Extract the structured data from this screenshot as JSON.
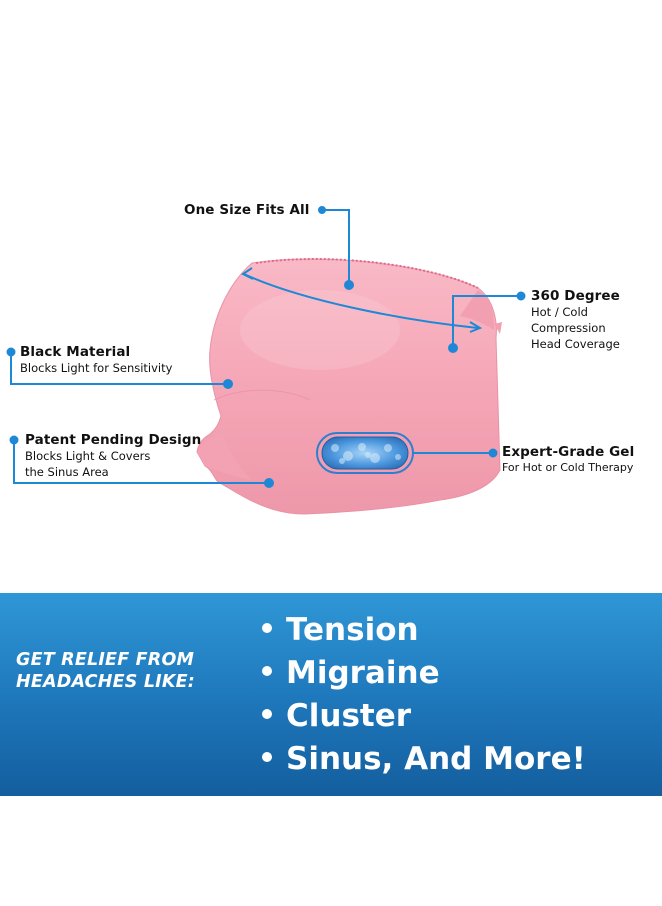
{
  "callouts": {
    "one_size": {
      "title": "One Size Fits All"
    },
    "degree": {
      "title": "360 Degree",
      "lines": [
        "Hot / Cold",
        "Compression",
        "Head Coverage"
      ]
    },
    "black": {
      "title": "Black Material",
      "lines": [
        "Blocks Light for Sensitivity"
      ]
    },
    "patent": {
      "title": "Patent Pending Design",
      "lines": [
        "Blocks Light & Covers",
        "the Sinus Area"
      ]
    },
    "gel": {
      "title": "Expert-Grade Gel",
      "lines": [
        "For Hot or Cold Therapy"
      ]
    }
  },
  "banner": {
    "heading_lines": [
      "GET RELIEF FROM",
      "HEADACHES LIKE:"
    ],
    "items": [
      "Tension",
      "Migraine",
      "Cluster",
      "Sinus, And More!"
    ]
  },
  "colors": {
    "product_pink": "#f5a9b8",
    "callout_blue": "#1e88d6",
    "banner_top": "#2f97d6",
    "banner_bottom": "#135e9e",
    "gel_blue": "#4a90d9"
  }
}
